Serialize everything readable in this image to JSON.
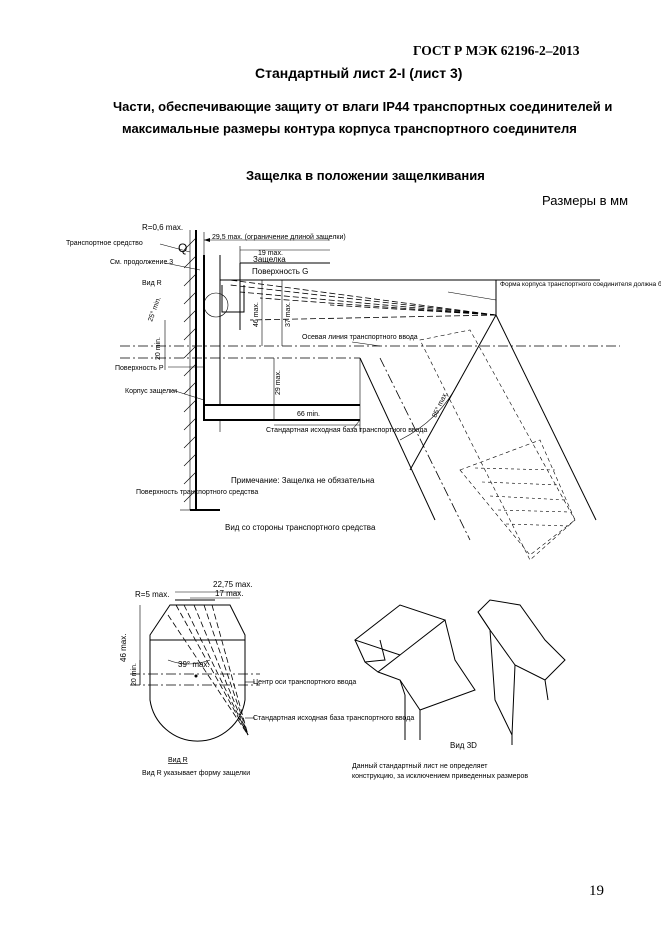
{
  "header": {
    "standard": "ГОСТ Р МЭК 62196-2–2013"
  },
  "title": "Стандартный лист 2-I (лист 3)",
  "subtitle": {
    "line1": "Части, обеспечивающие защиту от влаги IP44 транспортных соединителей и",
    "line2": "максимальные размеры контура корпуса транспортного соединителя"
  },
  "section_title": "Защелка в положении защелкивания",
  "units": "Размеры в мм",
  "figure1": {
    "r_label": "R=0,6 max.",
    "vehicle": "Транспортное средство",
    "q_letter": "Q",
    "dim_29_5": "29,5 max. (ограничение длиной защелки)",
    "dim_19": "19 max.",
    "latch": "Защелка",
    "surface_g": "Поверхность G",
    "continuation": "См. продолжение 3",
    "view_r": "Вид  R",
    "angle_25": "25° min.",
    "dim_20": "20 min.",
    "dim_46": "46 max.",
    "dim_37": "37 max.",
    "dim_29": "29 max.",
    "dim_66": "66 min.",
    "surface_p": "Поверхность P",
    "latch_body": "Корпус защелки",
    "axis": "Осевая линия транспортного ввода",
    "contour_note": "Форма корпуса транспортного соединителя должна быть в пределах, приведенных линий",
    "angle_85": "85° max.",
    "base": "Стандартная исходная база транспортного ввода",
    "note": "Примечание: Защелка не обязательна",
    "surface_vehicle": "Поверхность транспортного средства",
    "view_from_vehicle": "Вид со стороны транспортного средства"
  },
  "figure2": {
    "r5": "R=5 max.",
    "dim_22_75": "22,75 max.",
    "dim_17": "17 max.",
    "dim_46": "46 max.",
    "dim_20": "20 min.",
    "angle_39": "39° max.",
    "center": "Центр оси транспортного ввода",
    "base": "Стандартная исходная база транспортного ввода",
    "view_r": "Вид  R",
    "view_r_note": "Вид R указывает форму защелки"
  },
  "figure3": {
    "view_3d": "Вид  3D",
    "disclaimer_line1": "Данный стандартный лист не определяет",
    "disclaimer_line2": "конструкцию, за исключением приведенных размеров"
  },
  "page_number": "19"
}
